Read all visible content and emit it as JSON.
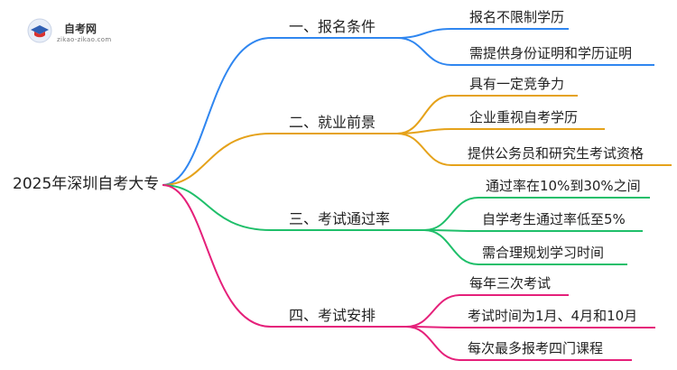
{
  "logo": {
    "title": "自考网",
    "subtitle": "zikao-zikao.com"
  },
  "root": "2025年深圳自考大专",
  "branches": [
    {
      "label": "一、报名条件",
      "color": "#2f86f0",
      "children": [
        "报名不限制学历",
        "需提供身份证明和学历证明"
      ]
    },
    {
      "label": "二、就业前景",
      "color": "#e5a21a",
      "children": [
        "具有一定竞争力",
        "企业重视自考学历",
        "提供公务员和研究生考试资格"
      ]
    },
    {
      "label": "三、考试通过率",
      "color": "#1fbf6a",
      "children": [
        "通过率在10%到30%之间",
        "自学考生通过率低至5%",
        "需合理规划学习时间"
      ]
    },
    {
      "label": "四、考试安排",
      "color": "#e5207a",
      "children": [
        "每年三次考试",
        "考试时间为1月、4月和10月",
        "每次最多报考四门课程"
      ]
    }
  ]
}
